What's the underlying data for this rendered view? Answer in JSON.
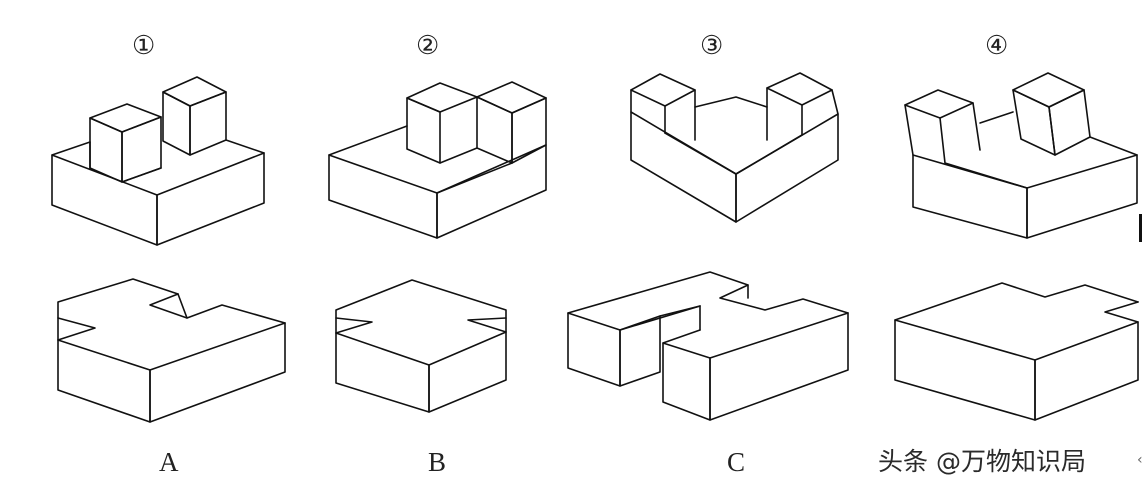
{
  "diagram": {
    "top_labels": [
      "①",
      "②",
      "③",
      "④"
    ],
    "option_labels": [
      "A",
      "B",
      "C"
    ],
    "watermark": "头条 @万物知识局"
  }
}
